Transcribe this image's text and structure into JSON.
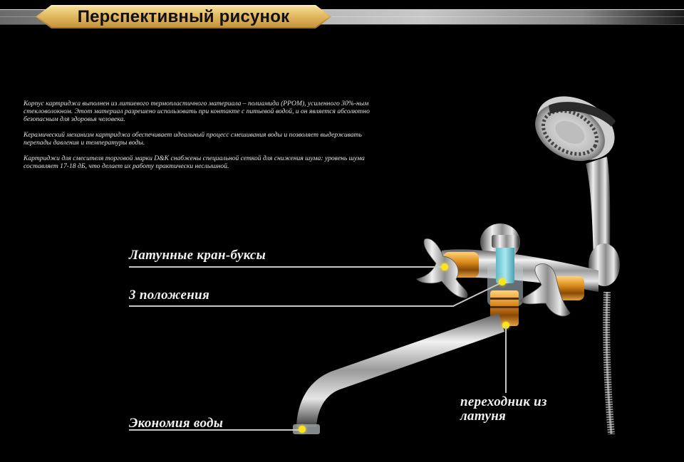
{
  "header": {
    "title": "Перспективный рисунок"
  },
  "description": {
    "paragraphs": [
      "Корпус картриджа выполнен из литиевого термопластичного материала – полиамида (PPOM), усиленного 30%-ным стекловолокном. Этот материал разрешено использовать при контакте с питьевой водой, и он является абсолютно безопасным для здоровья человека.",
      "Керамический механизм картриджа обеспечивает идеальный процесс смешивания воды и позволяет выдерживать перепады давления и температуры воды.",
      "Картриджи для смесителя торговой марки D&K снабжены специальной сеткой для снижения шума: уровень шума составляет 17-18 дБ, что делает их работу практически неслышной."
    ]
  },
  "callouts": {
    "brass_valves": "Латунные кран-буксы",
    "three_positions": "3 положения",
    "water_saving": "Экономия воды",
    "brass_adapter_line1": "переходник из",
    "brass_adapter_line2": "латуня"
  },
  "colors": {
    "background": "#000000",
    "gold": "#d9ad55",
    "marker": "#ffe51a",
    "leader": "#c8c8c8"
  },
  "image": {
    "subject": "bath-shower-mixer-faucet-icon"
  }
}
